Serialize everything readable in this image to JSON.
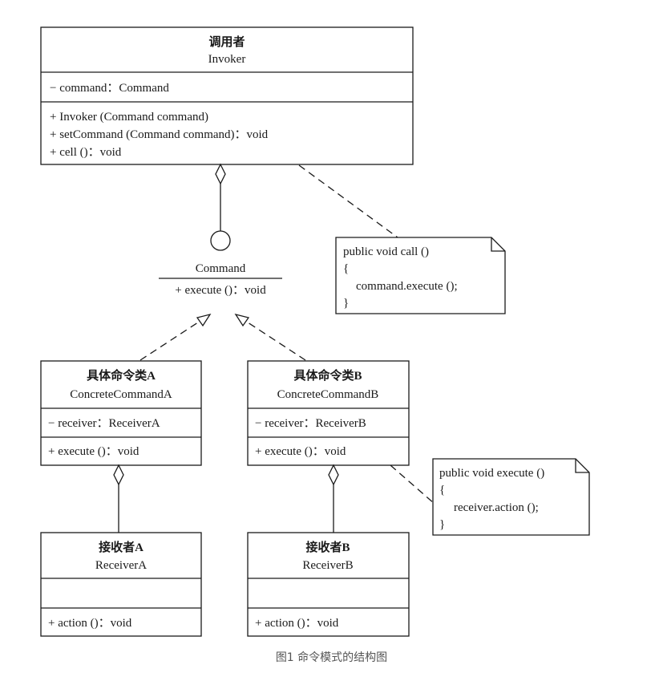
{
  "invoker": {
    "name_cn": "调用者",
    "name_en": "Invoker",
    "attributes": [
      "− command：Command"
    ],
    "methods": [
      "+ Invoker (Command command)",
      "+ setCommand (Command command)：void",
      "+ cell ()：void"
    ]
  },
  "command": {
    "name": "Command",
    "method": "+ execute ()：void"
  },
  "concrete_a": {
    "name_cn": "具体命令类A",
    "name_en": "ConcreteCommandA",
    "attribute": "− receiver：ReceiverA",
    "method": "+ execute ()：void"
  },
  "concrete_b": {
    "name_cn": "具体命令类B",
    "name_en": "ConcreteCommandB",
    "attribute": "− receiver：ReceiverB",
    "method": "+ execute ()：void"
  },
  "receiver_a": {
    "name_cn": "接收者A",
    "name_en": "ReceiverA",
    "method": "+ action ()：void"
  },
  "receiver_b": {
    "name_cn": "接收者B",
    "name_en": "ReceiverB",
    "method": "+ action ()：void"
  },
  "note_call": {
    "lines": [
      "public void call ()",
      "{",
      "command.execute ();",
      "}"
    ]
  },
  "note_execute": {
    "lines": [
      "public void execute ()",
      "{",
      "receiver.action ();",
      "}"
    ]
  },
  "caption": "图1 命令模式的结构图",
  "colors": {
    "line": "#1a1a1a",
    "caption": "#555555",
    "background": "#ffffff"
  }
}
